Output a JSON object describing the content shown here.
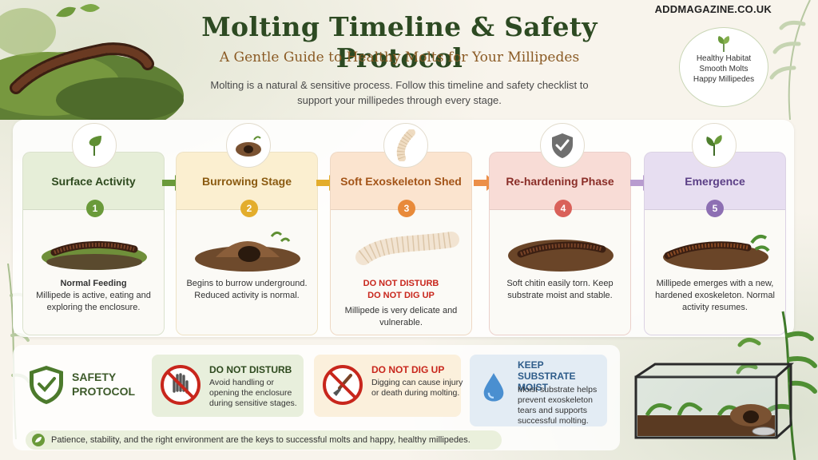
{
  "header": {
    "title": "Molting Timeline & Safety Protocol",
    "subtitle": "A Gentle Guide to Healthy Molts for Your Millipedes",
    "intro": "Molting is a natural & sensitive process. Follow this timeline and safety checklist to support your millipedes through every stage.",
    "site": "ADDMAGAZINE.CO.UK"
  },
  "badge": {
    "lines": [
      "Healthy Habitat",
      "Smooth Molts",
      "Happy Millipedes"
    ],
    "icon": "leaf-icon"
  },
  "stages": [
    {
      "number": "1",
      "title": "Surface Activity",
      "heading": "Normal Feeding",
      "warning": "",
      "desc": "Millipede is active, eating and exploring the enclosure.",
      "color": "#6a9a3a",
      "tint": "#e6eed8",
      "text_color": "#2e4a1e",
      "icon": "leaf-icon"
    },
    {
      "number": "2",
      "title": "Burrowing Stage",
      "heading": "",
      "warning": "",
      "desc": "Begins to burrow underground. Reduced activity is normal.",
      "color": "#e3ad2c",
      "tint": "#fbefd0",
      "text_color": "#8a5a10",
      "icon": "burrow-icon"
    },
    {
      "number": "3",
      "title": "Soft Exoskeleton Shed",
      "heading": "",
      "warning": "DO NOT DISTURB DO NOT DIG UP",
      "desc": "Millipede is very delicate and vulnerable.",
      "color": "#e88a3a",
      "tint": "#fbe4cf",
      "text_color": "#a35418",
      "icon": "exoskeleton-icon"
    },
    {
      "number": "4",
      "title": "Re-hardening Phase",
      "heading": "",
      "warning": "",
      "desc": "Soft chitin easily torn. Keep substrate moist and stable.",
      "color": "#d9615a",
      "tint": "#f8dcd6",
      "text_color": "#8a2e28",
      "icon": "shield-check-icon"
    },
    {
      "number": "5",
      "title": "Emergence",
      "heading": "",
      "warning": "",
      "desc": "Millipede emerges with a new, hardened exoskeleton. Normal activity resumes.",
      "color": "#8d6fb3",
      "tint": "#e7def1",
      "text_color": "#5b3f86",
      "icon": "sprout-icon"
    }
  ],
  "safety": {
    "title": "SAFETY PROTOCOL",
    "rules": [
      {
        "title": "DO NOT DISTURB",
        "desc": "Avoid handling or opening the enclosure during sensitive stages.",
        "title_color": "#2e4a1e",
        "bg": "#e8efdc",
        "icon": "no-hand-icon"
      },
      {
        "title": "DO NOT DIG UP",
        "desc": "Digging can cause injury or death during molting.",
        "title_color": "#c8261c",
        "bg": "#fbf0dc",
        "icon": "no-shovel-icon"
      },
      {
        "title": "KEEP SUBSTRATE MOIST",
        "desc": "Moist substrate helps prevent exoskeleton tears and supports successful molting.",
        "title_color": "#2e5c8a",
        "bg": "#e3ecf4",
        "icon": "water-drop-icon"
      }
    ],
    "footer": "Patience, stability, and the right environment are the keys to successful molts and happy, healthy millipedes."
  },
  "colors": {
    "title": "#2d4a22",
    "subtitle": "#8a5a24",
    "warning": "#c8261c"
  }
}
